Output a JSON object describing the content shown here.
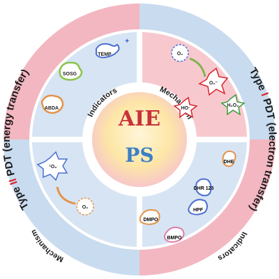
{
  "center": {
    "title": "AIE",
    "subtitle": "PS"
  },
  "outer_ring": {
    "left_label_prefix": "Type ",
    "left_label_numeral": "II",
    "left_label_suffix": " PDT (energy transfer)",
    "right_label_prefix": "Type ",
    "right_label_numeral": "I",
    "right_label_suffix": " PDT (electron transfer)"
  },
  "sectors": {
    "top_left_heading": "Indicators",
    "top_right_heading": "Mechanism",
    "bottom_left_heading": "Mechanism",
    "bottom_right_heading": "Indicators"
  },
  "indicators_type2": [
    "TEMP",
    "SOSG",
    "ABDA"
  ],
  "indicators_type1": [
    "DHE",
    "DHR 123",
    "HPF",
    "DMPO",
    "BMPO"
  ],
  "mechanism_type1": {
    "o2": "O₂",
    "superoxide": "O₂⁻",
    "hydroxyl": "HO·",
    "peroxide": "H₂O₂"
  },
  "mechanism_type2": {
    "singlet": "¹O₂",
    "o2": "O₂"
  },
  "colors": {
    "pink": "#f7c9cf",
    "blue": "#d7e4f3",
    "outer_pink": "#f3b7c1",
    "outer_blue": "#c9dbef",
    "accent_red": "#d8232a"
  }
}
